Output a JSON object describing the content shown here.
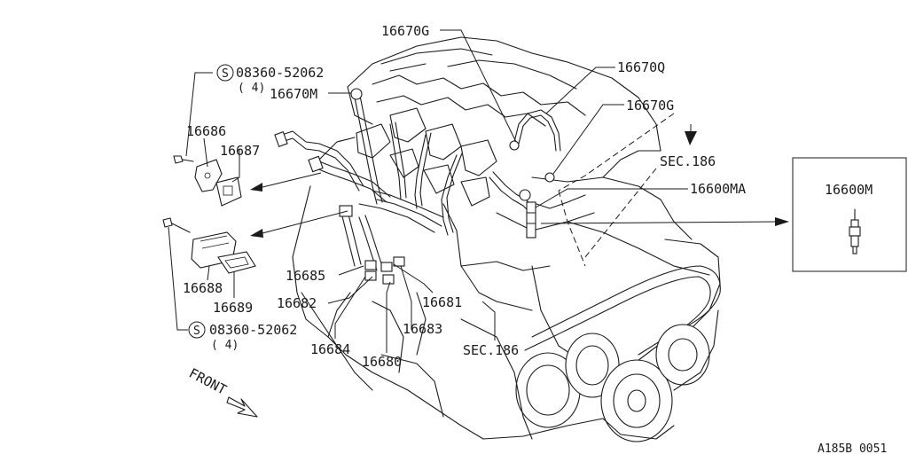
{
  "callouts": {
    "p16670G_top": "16670G",
    "p16670Q": "16670Q",
    "p16670G_right": "16670G",
    "p16670M": "16670M",
    "p16600MA": "16600MA",
    "p16686": "16686",
    "p16687": "16687",
    "p16688": "16688",
    "p16689": "16689",
    "p16685": "16685",
    "p16682": "16682",
    "p16684": "16684",
    "p16680": "16680",
    "p16683": "16683",
    "p16681": "16681",
    "sec186_right": "SEC.186",
    "sec186_bottom": "SEC.186",
    "bolt_top_code": "08360-52062",
    "bolt_top_qty": "( 4)",
    "bolt_bottom_code": "08360-52062",
    "bolt_bottom_qty": "( 4)",
    "s_marker": "S",
    "front_label": "FRONT"
  },
  "detail_box": {
    "part": "16600M"
  },
  "diagram_code": "A185B 0051"
}
